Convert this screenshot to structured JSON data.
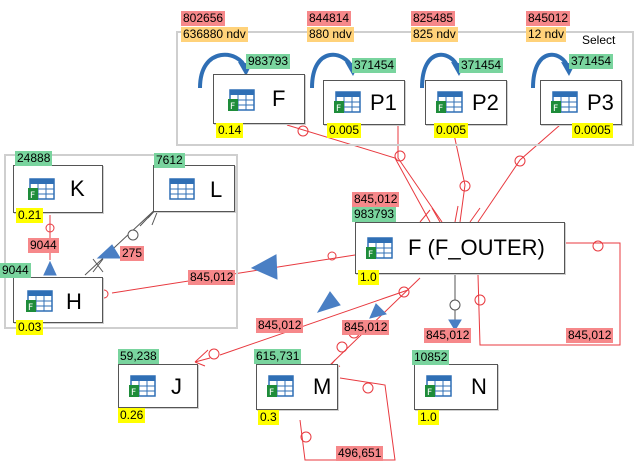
{
  "group": {
    "select_label": "Select"
  },
  "nodes": {
    "F": {
      "title": "F",
      "card": "983793",
      "sel": "0.14",
      "rows": "802656",
      "ndv": "636880 ndv"
    },
    "P1": {
      "title": "P1",
      "card": "371454",
      "sel": "0.005",
      "rows": "844814",
      "ndv": "880 ndv"
    },
    "P2": {
      "title": "P2",
      "card": "371454",
      "sel": "0.005",
      "rows": "825485",
      "ndv": "825 ndv"
    },
    "P3": {
      "title": "P3",
      "card": "371454",
      "sel": "0.0005",
      "rows": "845012",
      "ndv": "12 ndv"
    },
    "K": {
      "title": "K",
      "card": "24888",
      "sel": "0.21"
    },
    "L": {
      "title": "L",
      "card": "7612"
    },
    "H": {
      "title": "H",
      "card": "9044",
      "sel": "0.03"
    },
    "F_OUTER": {
      "title": "F (F_OUTER)",
      "card": "983793",
      "sel": "1.0",
      "rows": "845,012"
    },
    "J": {
      "title": "J",
      "card": "59,238",
      "sel": "0.26"
    },
    "M": {
      "title": "M",
      "card": "615,731",
      "sel": "0.3"
    },
    "N": {
      "title": "N",
      "card": "10852",
      "sel": "1.0"
    }
  },
  "edge_labels": {
    "k_h": "9044",
    "l_h": "275",
    "h_fouter": "845,012",
    "fouter_j": "845,012",
    "fouter_m": "845,012",
    "fouter_n": "845,012",
    "fouter_self": "845,012",
    "m_self": "496,651"
  },
  "colors": {
    "edge": "#e8393f",
    "arrow": "#4a7fc4",
    "icon_grid": "#2f6fb5",
    "icon_badge": "#1e8c3a",
    "frame": "#cfcfcf"
  }
}
